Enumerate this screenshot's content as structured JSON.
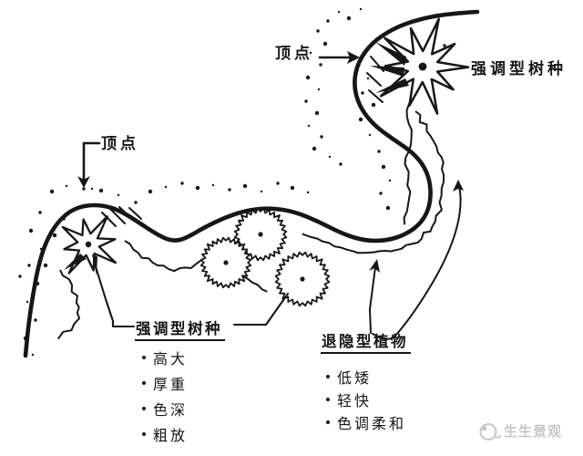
{
  "diagram": {
    "apex_label_top": "顶点",
    "apex_label_left": "顶点",
    "emphasis_species_callout": "强调型树种",
    "emphasis_group": {
      "heading": "强调型树种",
      "items": [
        "高大",
        "厚重",
        "色深",
        "粗放"
      ]
    },
    "receding_group": {
      "heading": "退隐型植物",
      "items": [
        "低矮",
        "轻快",
        "色调柔和"
      ]
    }
  },
  "watermark": {
    "text": "生生景观"
  },
  "icons": {
    "arrow_right": "arrow-right-icon",
    "arrow_down": "arrow-down-icon",
    "arrow_up_small": "arrow-up-icon",
    "arrow_up_long": "curved-arrow-up-icon",
    "emphasis_tree": "spiky-tree-icon",
    "shrub": "serrated-shrub-icon",
    "watermark_logo": "watermark-logo-icon"
  },
  "colors": {
    "ink": "#161616",
    "paper": "#ffffff",
    "watermark_gray": "#c8c8c8"
  }
}
